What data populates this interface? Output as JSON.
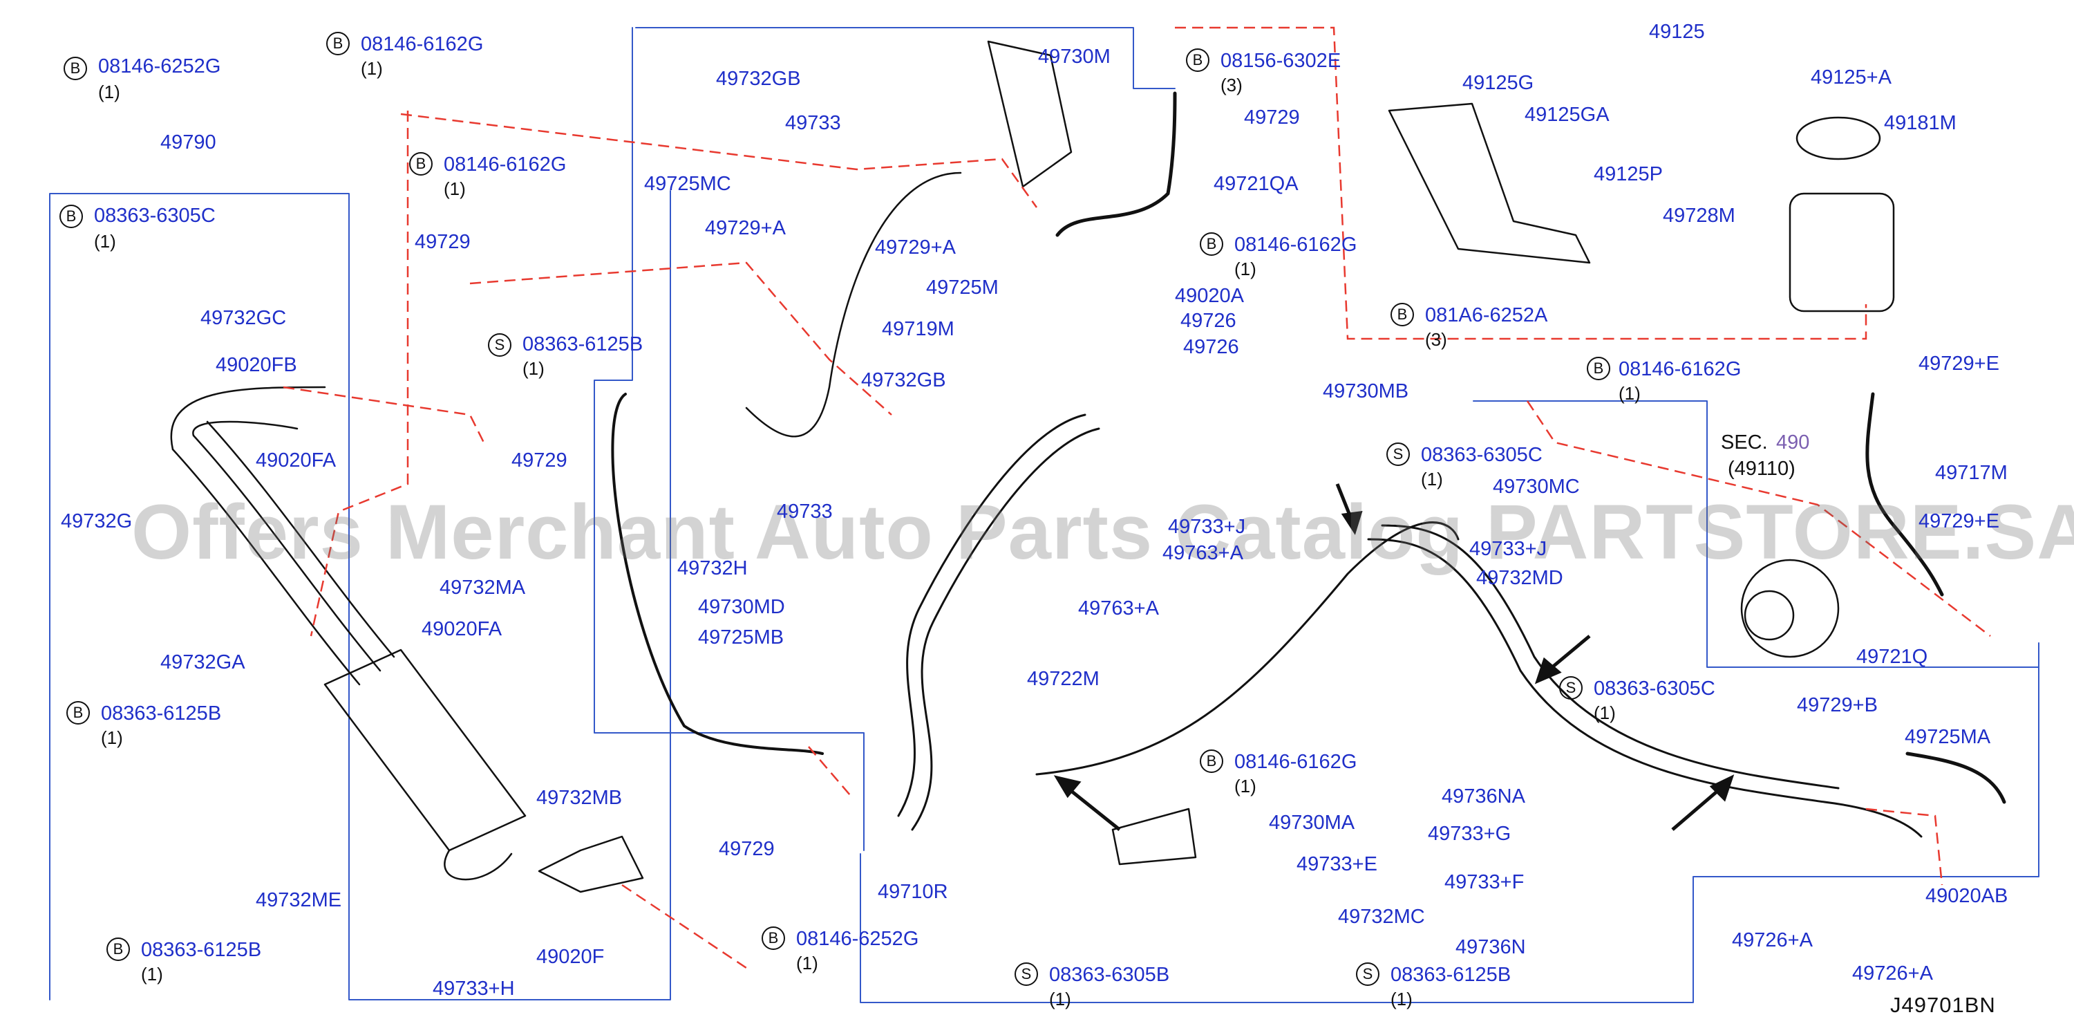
{
  "diagram": {
    "code": "J49701BN",
    "watermark": "Offers Merchant Auto Parts Catalog PARTSTORE.SA",
    "section_ref": {
      "label": "SEC.",
      "number": "490",
      "sub": "(49110)"
    },
    "colors": {
      "callout": "#1f2fc9",
      "line": "#111111",
      "leader_dash": "#e8392f",
      "watermark": "#9a9a9a"
    }
  },
  "fasteners": [
    {
      "type": "B",
      "part": "08146-6252G",
      "qty": "(1)"
    },
    {
      "type": "B",
      "part": "08146-6162G",
      "qty": "(1)"
    },
    {
      "type": "B",
      "part": "08146-6162G",
      "qty": "(1)"
    },
    {
      "type": "B",
      "part": "08363-6305C",
      "qty": "(1)"
    },
    {
      "type": "S",
      "part": "08363-6125B",
      "qty": "(1)"
    },
    {
      "type": "B",
      "part": "08156-6302E",
      "qty": "(3)"
    },
    {
      "type": "B",
      "part": "08146-6162G",
      "qty": "(1)"
    },
    {
      "type": "B",
      "part": "081A6-6252A",
      "qty": "(3)"
    },
    {
      "type": "B",
      "part": "08146-6162G",
      "qty": "(1)"
    },
    {
      "type": "S",
      "part": "08363-6305C",
      "qty": "(1)"
    },
    {
      "type": "B",
      "part": "08363-6125B",
      "qty": "(1)"
    },
    {
      "type": "S",
      "part": "08363-6305C",
      "qty": "(1)"
    },
    {
      "type": "B",
      "part": "08146-6162G",
      "qty": "(1)"
    },
    {
      "type": "B",
      "part": "08363-6125B",
      "qty": "(1)"
    },
    {
      "type": "B",
      "part": "08146-6252G",
      "qty": "(1)"
    },
    {
      "type": "S",
      "part": "08363-6305B",
      "qty": "(1)"
    },
    {
      "type": "S",
      "part": "08363-6125B",
      "qty": "(1)"
    }
  ],
  "callouts": [
    "49790",
    "49729",
    "49732GC",
    "49020FB",
    "49732G",
    "49020FA",
    "49732MA",
    "49020FA",
    "49732GA",
    "49729",
    "49732GB",
    "49733",
    "49730M",
    "49725MC",
    "49729+A",
    "49729+A",
    "49725M",
    "49719M",
    "49721QA",
    "49729",
    "49732GB",
    "49733",
    "49732H",
    "49730MD",
    "49725MB",
    "49020A",
    "49726",
    "49726",
    "49730MB",
    "49733+J",
    "49763+A",
    "49763+A",
    "49722M",
    "49125",
    "49125G",
    "49125GA",
    "49125P",
    "49728M",
    "49125+A",
    "49181M",
    "49729+E",
    "49717M",
    "49730MC",
    "49733+J",
    "49732MD",
    "49729+E",
    "49721Q",
    "49729+B",
    "49725MA",
    "49732MB",
    "49732ME",
    "49733+H",
    "49020F",
    "49729",
    "49710R",
    "49730MA",
    "49733+E",
    "49732MC",
    "49736NA",
    "49733+G",
    "49733+F",
    "49736N",
    "49726+A",
    "49726+A",
    "49020AB"
  ]
}
